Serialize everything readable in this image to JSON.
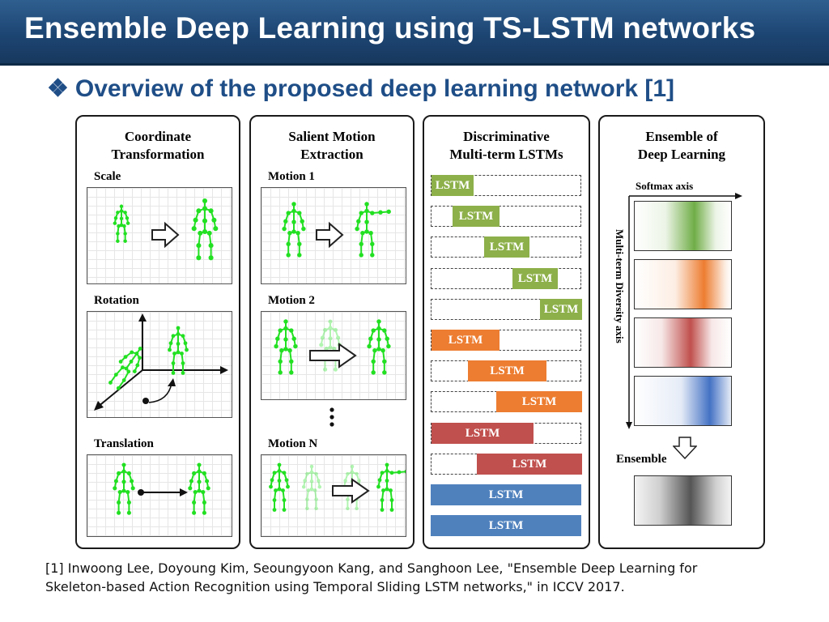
{
  "title": "Ensemble Deep Learning using TS-LSTM networks",
  "subtitle": {
    "bullet": "❖",
    "text": "Overview of the proposed deep learning network [1]"
  },
  "panels": {
    "coord": {
      "line1": "Coordinate",
      "line2": "Transformation",
      "labels": [
        "Scale",
        "Rotation",
        "Translation"
      ]
    },
    "motion": {
      "line1": "Salient Motion",
      "line2": "Extraction",
      "labels": [
        "Motion 1",
        "Motion 2",
        "Motion N"
      ]
    },
    "lstm": {
      "line1": "Discriminative",
      "line2": "Multi-term LSTMs",
      "bar_label": "LSTM"
    },
    "ensemble": {
      "line1": "Ensemble of",
      "line2": "Deep Learning",
      "softmax_axis": "Softmax axis",
      "diversity_axis": "Multi-term Diversity axis",
      "ensemble_label": "Ensemble"
    }
  },
  "lstm_bars": [
    {
      "group": "short",
      "start": 0.0,
      "end": 0.28
    },
    {
      "group": "short",
      "start": 0.14,
      "end": 0.45
    },
    {
      "group": "short",
      "start": 0.35,
      "end": 0.65
    },
    {
      "group": "short",
      "start": 0.54,
      "end": 0.84
    },
    {
      "group": "short",
      "start": 0.72,
      "end": 1.0
    },
    {
      "group": "medium",
      "start": 0.0,
      "end": 0.45
    },
    {
      "group": "medium",
      "start": 0.24,
      "end": 0.76
    },
    {
      "group": "medium",
      "start": 0.43,
      "end": 1.0
    },
    {
      "group": "long",
      "start": 0.0,
      "end": 0.68
    },
    {
      "group": "long",
      "start": 0.3,
      "end": 1.0
    },
    {
      "group": "full",
      "start": 0.0,
      "end": 1.0
    },
    {
      "group": "full",
      "start": 0.0,
      "end": 1.0
    }
  ],
  "colors": {
    "title_bg": "#1d4573",
    "subtitle": "#1f4e87",
    "short": "#8db04a",
    "medium": "#ed7d31",
    "long": "#c0504d",
    "full": "#4f81bd",
    "skeleton": "#22e022",
    "softmax": [
      "#70ad47",
      "#ed7d31",
      "#c0504d",
      "#4472c4"
    ],
    "ensemble": "#555555"
  },
  "softmax_peaks": [
    0.62,
    0.72,
    0.58,
    0.78
  ],
  "ensemble_peak": 0.58,
  "footnote": {
    "line1": "[1] Inwoong Lee, Doyoung Kim, Seoungyoon Kang, and Sanghoon Lee, \"Ensemble Deep Learning for",
    "line2": "Skeleton-based Action Recognition using Temporal Sliding LSTM networks,\" in ICCV 2017."
  }
}
